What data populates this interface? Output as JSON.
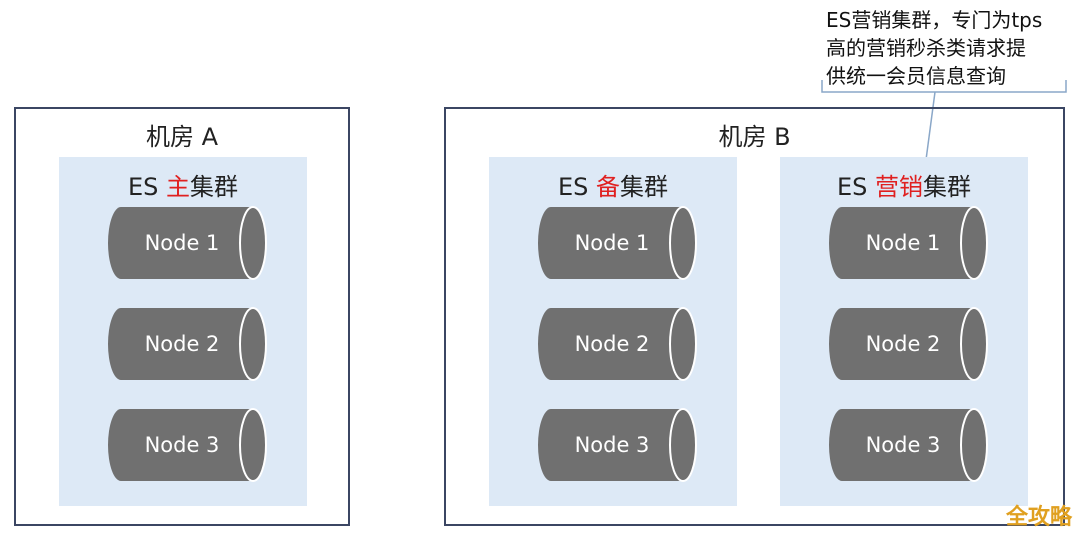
{
  "note": {
    "line1": "ES营销集群，专门为tps",
    "line2": "高的营销秒杀类请求提",
    "line3": "供统一会员信息查询"
  },
  "rooms": [
    {
      "title": "机房 A",
      "clusters": [
        {
          "prefix": "ES ",
          "highlight": "主",
          "suffix": "集群",
          "nodes": [
            "Node 1",
            "Node 2",
            "Node 3"
          ]
        }
      ]
    },
    {
      "title": "机房 B",
      "clusters": [
        {
          "prefix": "ES ",
          "highlight": "备",
          "suffix": "集群",
          "nodes": [
            "Node 1",
            "Node 2",
            "Node 3"
          ]
        },
        {
          "prefix": "ES ",
          "highlight": "营销",
          "suffix": "集群",
          "nodes": [
            "Node 1",
            "Node 2",
            "Node 3"
          ]
        }
      ]
    }
  ],
  "watermark": "全攻略",
  "colors": {
    "node_fill": "#707070",
    "cluster_bg": "#dde9f6",
    "highlight": "#e02020",
    "room_border": "#3b4663"
  }
}
